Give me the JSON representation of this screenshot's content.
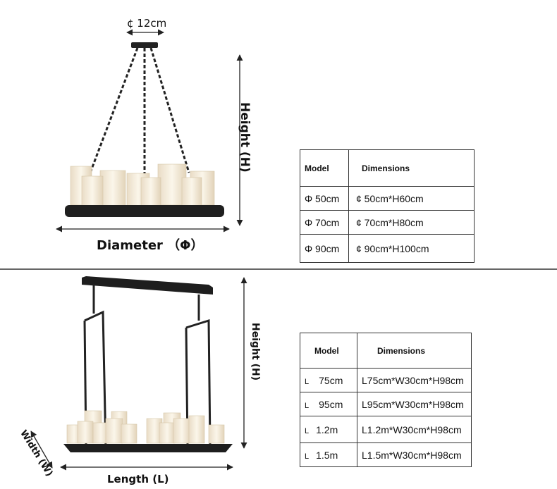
{
  "round": {
    "top_label": "¢ 12cm",
    "height_label": "Height (H)",
    "diameter_label": "Diameter （Φ）",
    "table": {
      "headers": [
        "Model",
        "Dimensions"
      ],
      "rows": [
        {
          "model": "Φ 50cm",
          "dims": "¢ 50cm*H60cm"
        },
        {
          "model": "Φ 70cm",
          "dims": "¢ 70cm*H80cm"
        },
        {
          "model": "Φ 90cm",
          "dims": "¢ 90cm*H100cm"
        }
      ]
    }
  },
  "linear": {
    "height_label": "Height (H)",
    "width_label": "Width (W)",
    "length_label": "Length (L)",
    "table": {
      "headers": [
        "Model",
        "Dimensions"
      ],
      "rows": [
        {
          "model_prefix": "L",
          "model": "75cm",
          "dims": "L75cm*W30cm*H98cm"
        },
        {
          "model_prefix": "L",
          "model": "95cm",
          "dims": "L95cm*W30cm*H98cm"
        },
        {
          "model_prefix": "L",
          "model": "1.2m",
          "dims": "L1.2m*W30cm*H98cm"
        },
        {
          "model_prefix": "L",
          "model": "1.5m",
          "dims": "L1.5m*W30cm*H98cm"
        }
      ]
    }
  }
}
